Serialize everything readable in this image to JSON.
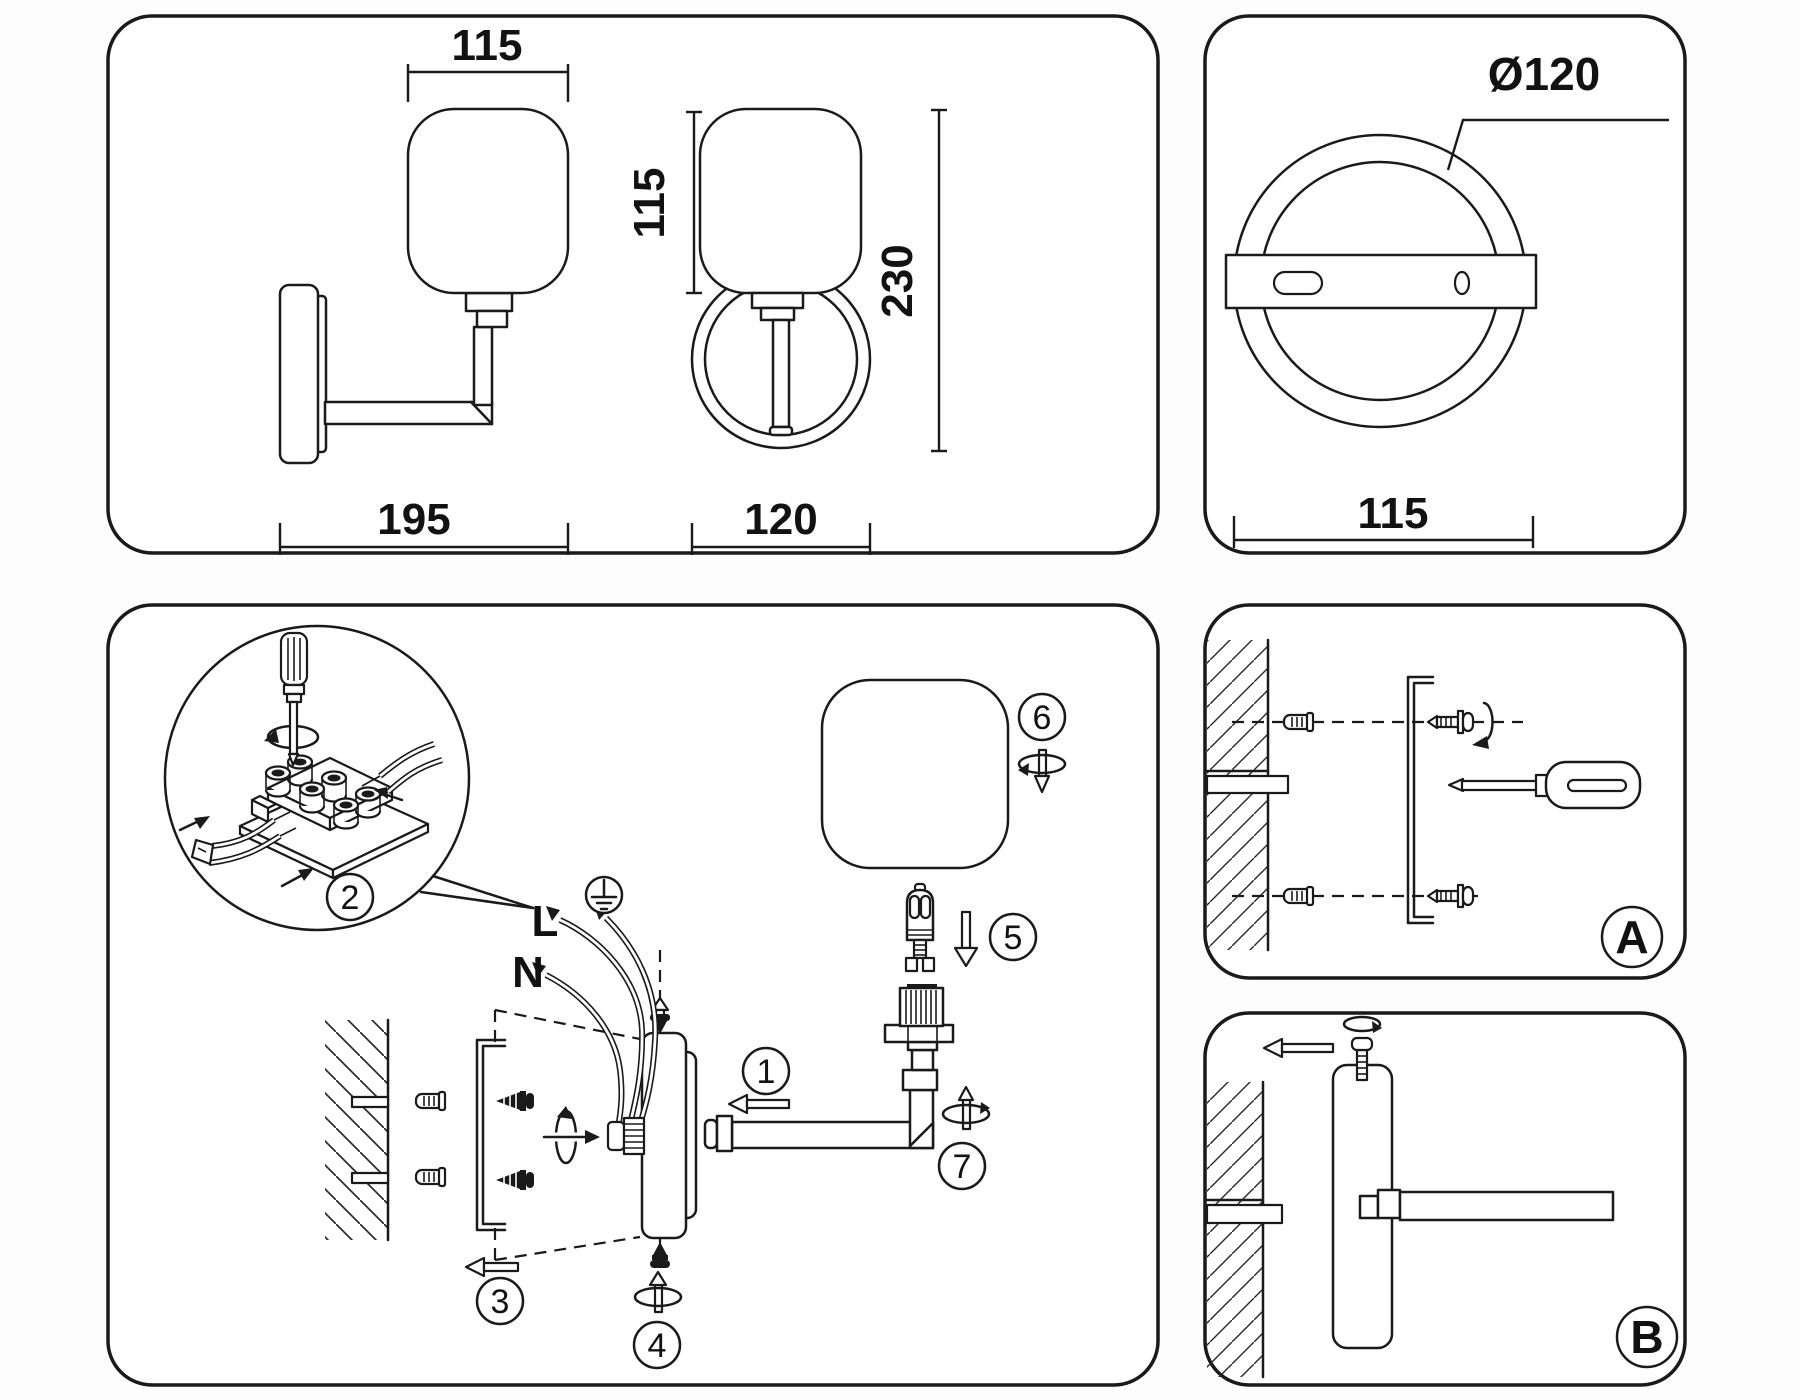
{
  "colors": {
    "ink": "#1a1a1a",
    "paper": "#ffffff"
  },
  "panel_dimensions": {
    "shade_width_mm": "115",
    "shade_height_mm": "115",
    "overall_height_mm": "230",
    "depth_mm": "195",
    "front_width_mm": "120"
  },
  "panel_backplate": {
    "diameter_label": "Ø120",
    "bracket_width_mm": "115"
  },
  "panel_assembly": {
    "step_1": "1",
    "step_2": "2",
    "step_3": "3",
    "step_4": "4",
    "step_5": "5",
    "step_6": "6",
    "step_7": "7",
    "wire_live": "L",
    "wire_neutral": "N"
  },
  "panel_detail_a": {
    "label": "A"
  },
  "panel_detail_b": {
    "label": "B"
  }
}
